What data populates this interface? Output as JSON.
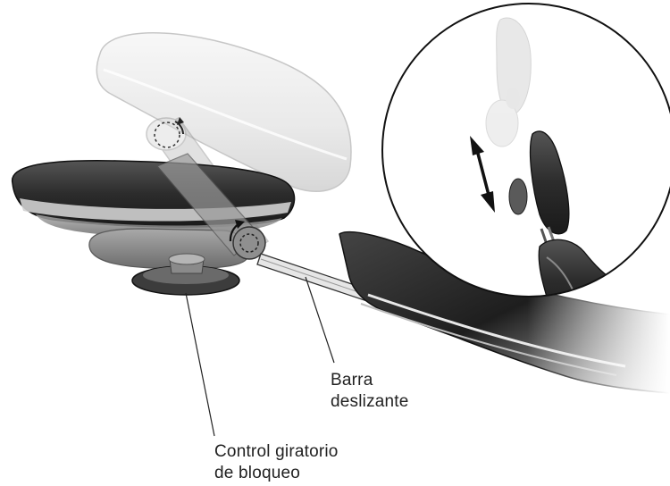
{
  "labels": {
    "slide_bar": {
      "line1": "Barra",
      "line2": "deslizante"
    },
    "lock_knob": {
      "line1": "Control giratorio",
      "line2": "de bloqueo"
    }
  },
  "colors": {
    "pad_light": "#d6d6d6",
    "pad_dark": "#3a3a3a",
    "metal": "#bfbfbf",
    "outline": "#111111"
  }
}
